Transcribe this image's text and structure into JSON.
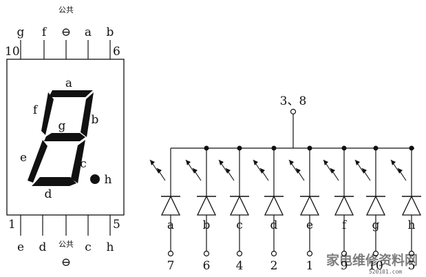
{
  "display": {
    "top_pins": [
      {
        "label": "g"
      },
      {
        "label": "f"
      },
      {
        "label": "⊖"
      },
      {
        "label": "a"
      },
      {
        "label": "b"
      }
    ],
    "bottom_pins": [
      {
        "label": "e"
      },
      {
        "label": "d"
      },
      {
        "label": "⊖"
      },
      {
        "label": "c"
      },
      {
        "label": "h"
      }
    ],
    "common_label": "公共",
    "common_symbol": "⊖",
    "pin_number_top_left": "10",
    "pin_number_top_right": "6",
    "pin_number_bottom_left": "1",
    "pin_number_bottom_right": "5",
    "segment_labels": {
      "a": "a",
      "b": "b",
      "c": "c",
      "d": "d",
      "e": "e",
      "f": "f",
      "g": "g",
      "h": "h"
    }
  },
  "circuit": {
    "common_pin_label": "3、8",
    "diodes": [
      {
        "segment": "a",
        "pin": "7"
      },
      {
        "segment": "b",
        "pin": "6"
      },
      {
        "segment": "c",
        "pin": "4"
      },
      {
        "segment": "d",
        "pin": "2"
      },
      {
        "segment": "e",
        "pin": "1"
      },
      {
        "segment": "f",
        "pin": "9"
      },
      {
        "segment": "g",
        "pin": "10"
      },
      {
        "segment": "h",
        "pin": "5"
      }
    ]
  },
  "watermark": {
    "text": "家电维修资料网",
    "url": "520101.com"
  },
  "colors": {
    "ink": "#111111",
    "watermark": "#4a8fd0"
  }
}
